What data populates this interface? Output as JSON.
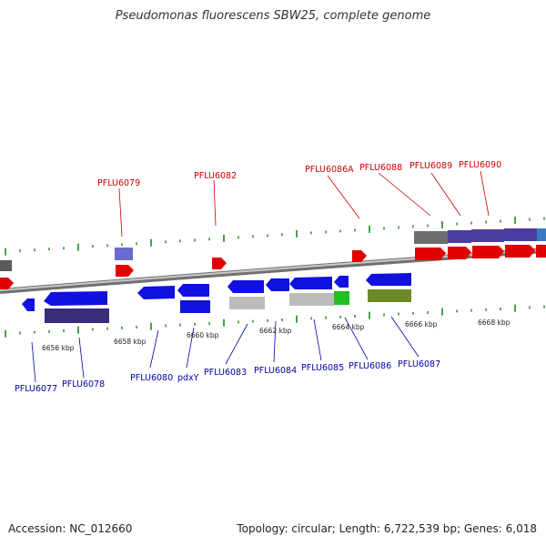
{
  "title": "Pseudomonas fluorescens SBW25, complete genome",
  "footer": {
    "accession": "Accession: NC_012660",
    "topology": "Topology: circular; Length: 6,722,539 bp; Genes: 6,018"
  },
  "colors": {
    "forward_gene": "#e00000",
    "reverse_gene": "#1010e0",
    "backbone": "#888888",
    "tick": "#1a8a1a",
    "label_top": "#cc0000",
    "label_bottom": "#0000aa"
  },
  "scale_labels": [
    "6656 kbp",
    "6658 kbp",
    "6660 kbp",
    "6662 kbp",
    "6664 kbp",
    "6666 kbp",
    "6668 kbp"
  ],
  "top_labels": [
    "PFLU6079",
    "PFLU6082",
    "PFLU6086A",
    "PFLU6088",
    "PFLU6089",
    "PFLU6090"
  ],
  "bottom_labels": [
    "PFLU6077",
    "PFLU6078",
    "PFLU6080",
    "pdxY",
    "PFLU6083",
    "PFLU6084",
    "PFLU6085",
    "PFLU6086",
    "PFLU6087"
  ]
}
